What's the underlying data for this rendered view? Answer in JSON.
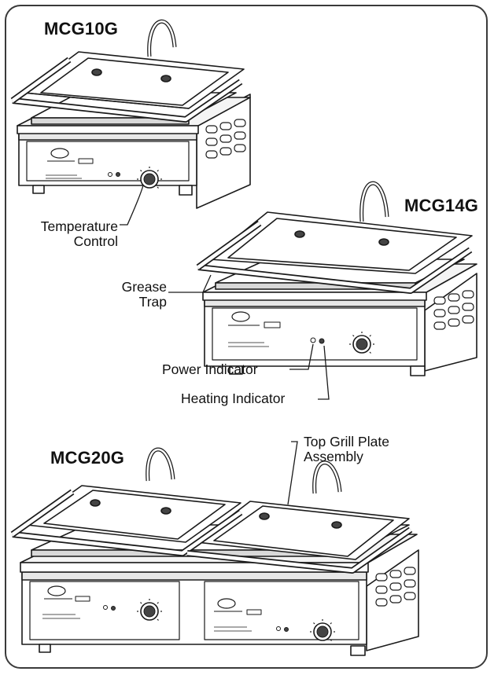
{
  "models": {
    "small": "MCG10G",
    "medium": "MCG14G",
    "large": "MCG20G"
  },
  "callouts": {
    "temperature_control": [
      "Temperature",
      "Control"
    ],
    "grease_trap": [
      "Grease",
      "Trap"
    ],
    "power_indicator": "Power Indicator",
    "heating_indicator": "Heating Indicator",
    "top_grill_plate": [
      "Top Grill Plate",
      "Assembly"
    ]
  },
  "colors": {
    "line": "#1a1a1a",
    "body_fill": "#ffffff",
    "shade": "#d9d9d9",
    "frame": "#3a3a3a"
  }
}
